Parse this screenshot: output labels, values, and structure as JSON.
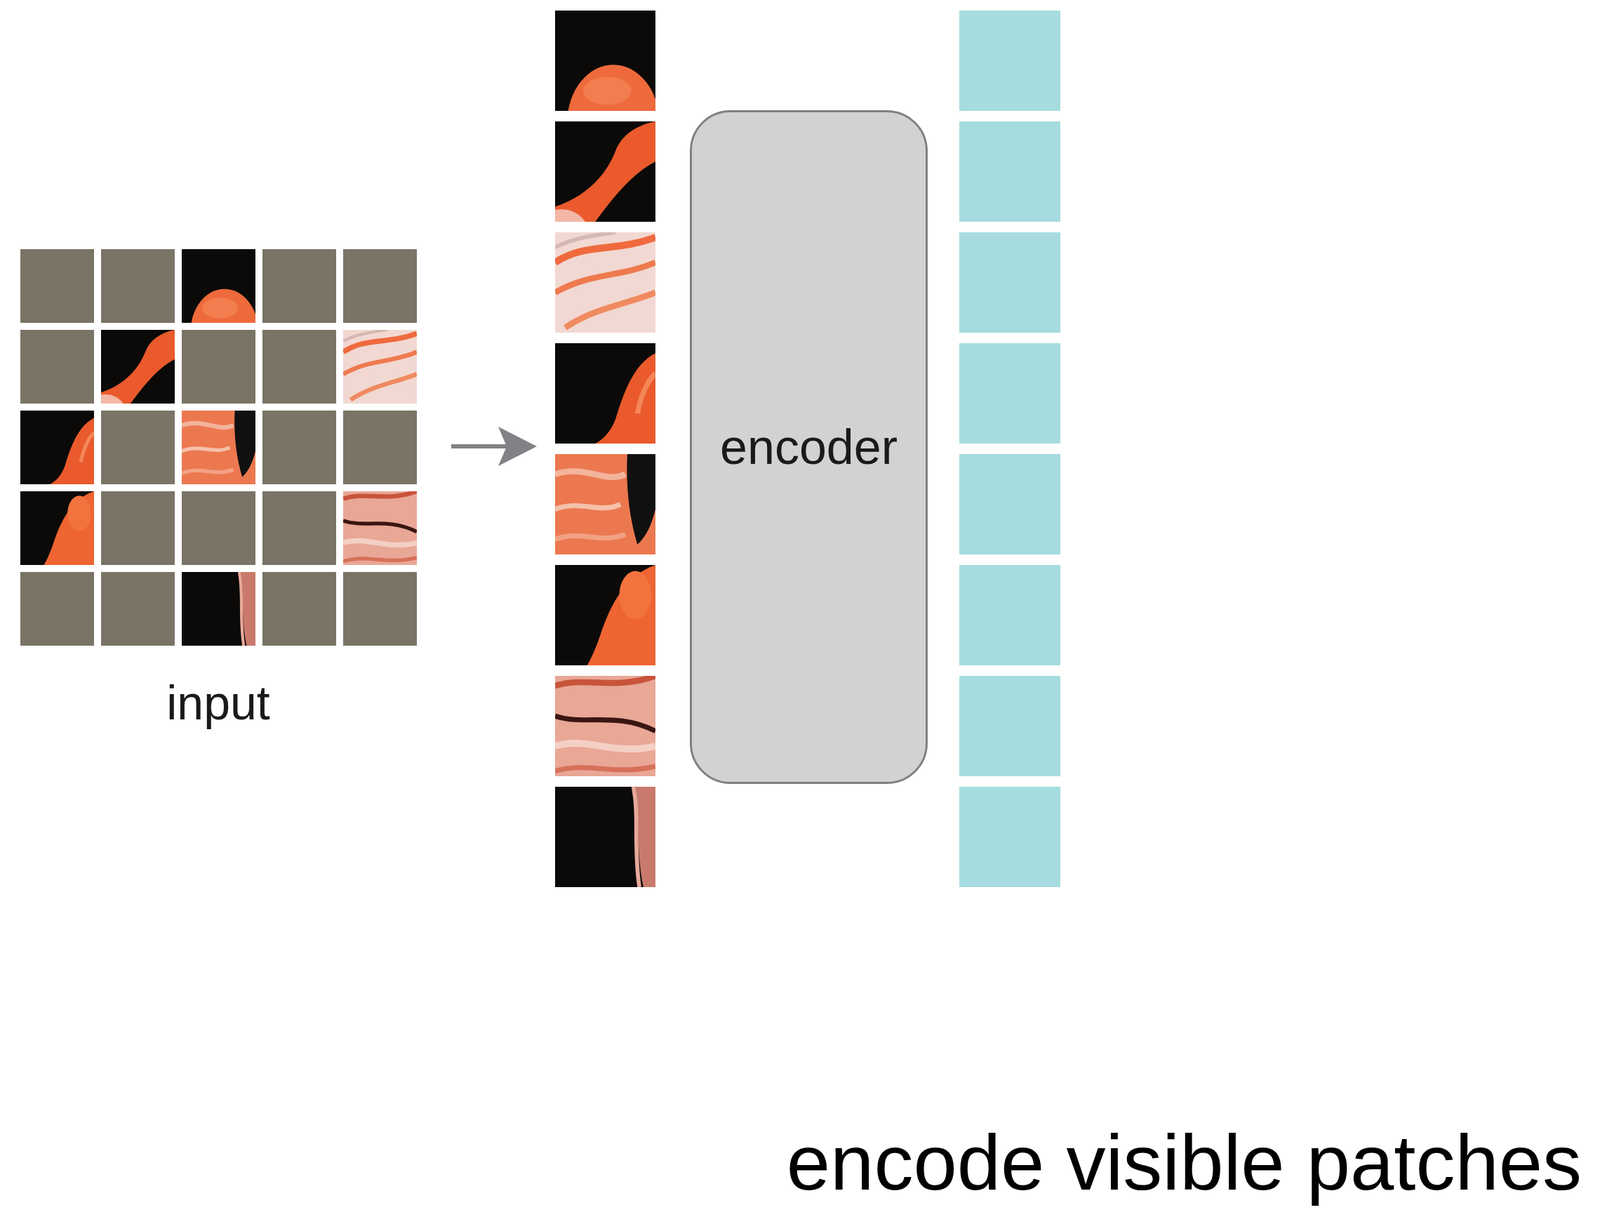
{
  "diagram": {
    "caption": "encode visible patches",
    "nodes": [
      {
        "text": [
          "encoder"
        ]
      }
    ],
    "labels": [
      "input"
    ]
  }
}
